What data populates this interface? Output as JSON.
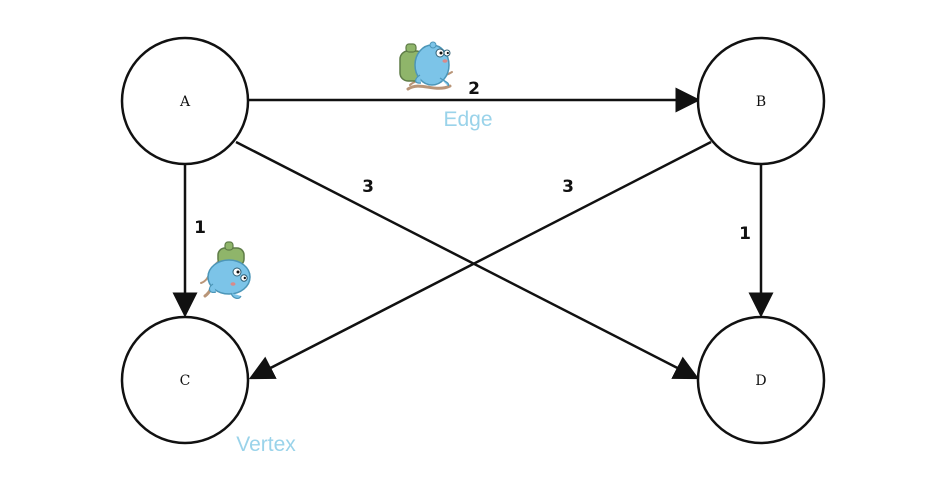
{
  "nodes": {
    "a": "A",
    "b": "B",
    "c": "C",
    "d": "D"
  },
  "edges": {
    "a_b": "2",
    "a_c": "1",
    "a_d": "3",
    "b_c": "3",
    "b_d": "1"
  },
  "annotations": {
    "edge": "Edge",
    "vertex": "Vertex"
  },
  "colors": {
    "stroke": "#111111",
    "annotation": "#9ad3ea",
    "mascot_body": "#7cc4e8",
    "mascot_pack": "#8fb56a",
    "mascot_rope": "#b99578"
  }
}
